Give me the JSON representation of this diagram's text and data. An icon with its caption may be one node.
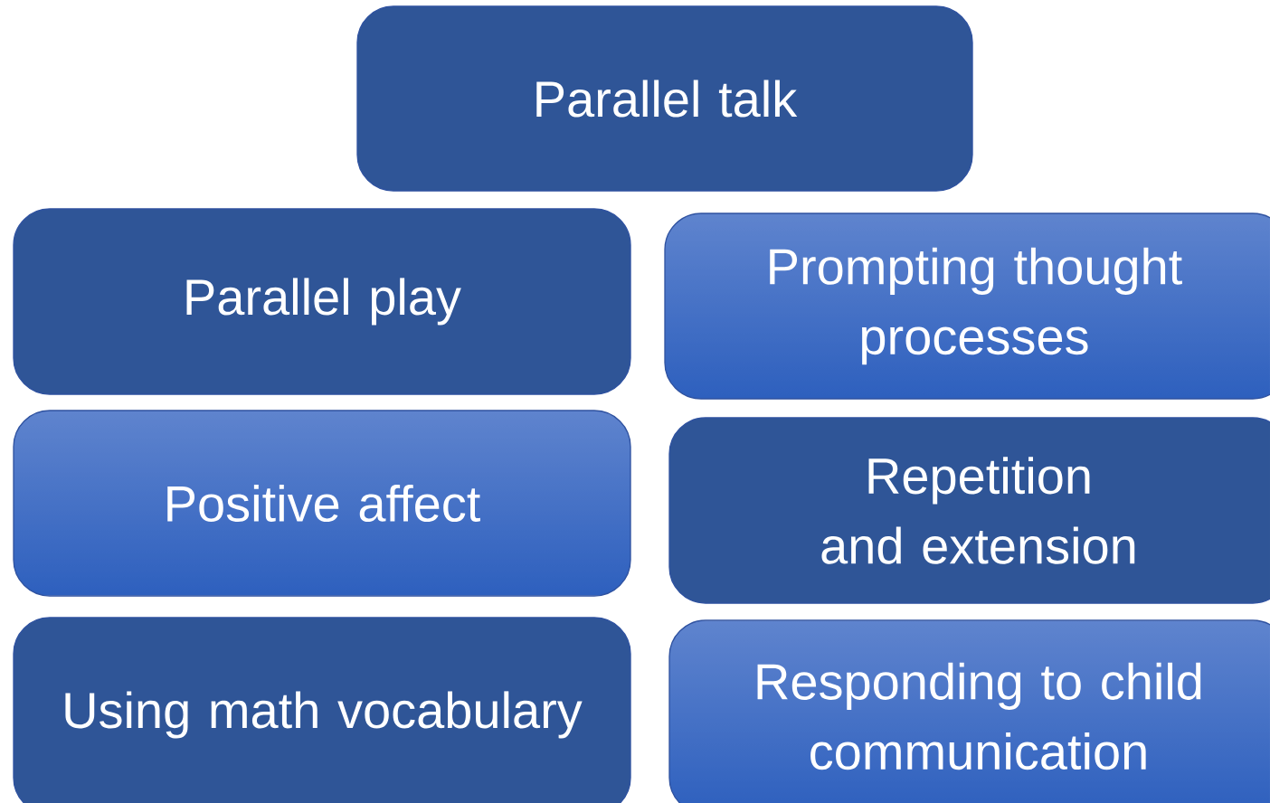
{
  "diagram": {
    "nodes": [
      {
        "text": [
          "Parallel talk"
        ]
      },
      {
        "text": [
          "Parallel play"
        ]
      },
      {
        "text": [
          "Prompting thought processes"
        ]
      },
      {
        "text": [
          "Positive affect"
        ]
      },
      {
        "text": [
          "Repetition and extension"
        ]
      },
      {
        "text": [
          "Using math vocabulary"
        ]
      },
      {
        "text": [
          "Responding to child communication"
        ]
      }
    ]
  }
}
